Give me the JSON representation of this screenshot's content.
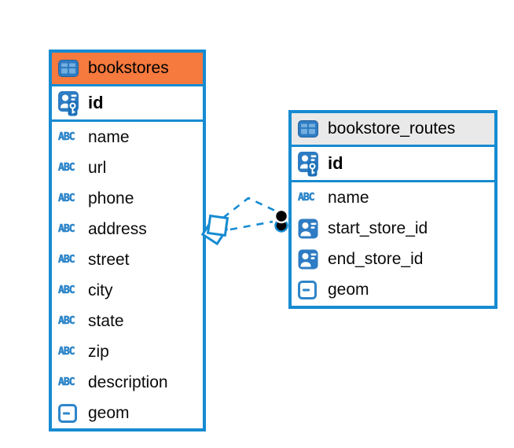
{
  "diagram": {
    "background": "#ffffff",
    "accent_color": "#168BD2",
    "tables": [
      {
        "name": "bookstores",
        "header_bg": "#F6793E",
        "primary_key": {
          "name": "id",
          "type": "primary-key"
        },
        "columns": [
          {
            "name": "name",
            "type": "text"
          },
          {
            "name": "url",
            "type": "text"
          },
          {
            "name": "phone",
            "type": "text"
          },
          {
            "name": "address",
            "type": "text"
          },
          {
            "name": "street",
            "type": "text"
          },
          {
            "name": "city",
            "type": "text"
          },
          {
            "name": "state",
            "type": "text"
          },
          {
            "name": "zip",
            "type": "text"
          },
          {
            "name": "description",
            "type": "text"
          },
          {
            "name": "geom",
            "type": "geometry"
          }
        ]
      },
      {
        "name": "bookstore_routes",
        "header_bg": "#E9E9E9",
        "primary_key": {
          "name": "id",
          "type": "primary-key"
        },
        "columns": [
          {
            "name": "name",
            "type": "text"
          },
          {
            "name": "start_store_id",
            "type": "reference"
          },
          {
            "name": "end_store_id",
            "type": "reference"
          },
          {
            "name": "geom",
            "type": "geometry"
          }
        ]
      }
    ],
    "relation": {
      "from_table": "bookstores",
      "to_table": "bookstore_routes",
      "line_style": "dashed",
      "line_color": "#168BD2"
    },
    "type_icons": {
      "text": "ABC",
      "primary_key": "person-with-key",
      "reference": "person-card",
      "geometry": "box-with-dash",
      "table": "grid-table"
    }
  }
}
